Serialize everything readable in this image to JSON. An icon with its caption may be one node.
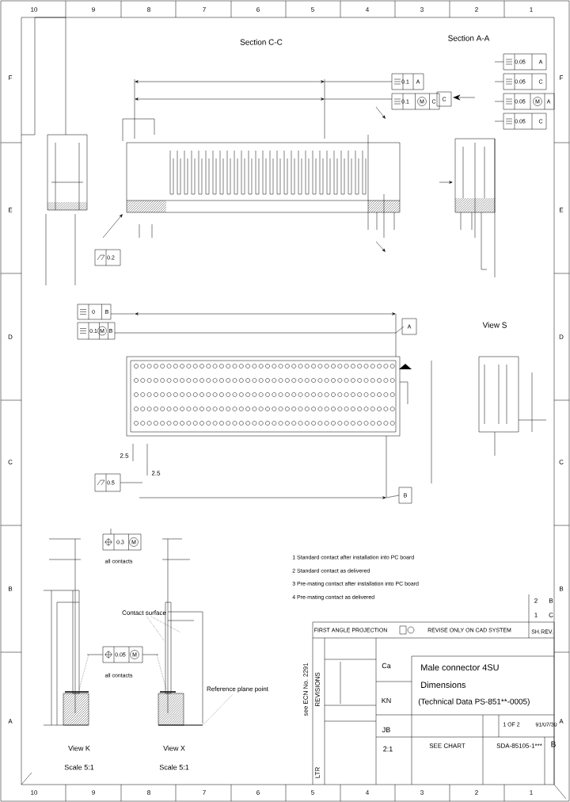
{
  "diagram": {
    "nodes": [
      {
        "text": [
          "Contact surface"
        ]
      },
      {
        "text": [
          "Reference plane point"
        ]
      },
      {
        "text": [],
        "shape": "bar"
      }
    ],
    "edges": [
      {
        "from": 0,
        "to": null,
        "arrow": "none",
        "style": "dashed"
      },
      {
        "from": 0,
        "to": null,
        "arrow": "none",
        "style": "dashed"
      },
      {
        "from": 1,
        "to": 2,
        "arrow": "none",
        "style": "dashed"
      }
    ],
    "labels": [
      "Section C-C",
      "Section A-A",
      "View S",
      "View K",
      "Scale 5:1",
      "View X",
      "Scale 5:1",
      "0.3",
      "M",
      "all contacts",
      "0.05",
      "M",
      "all contacts",
      "1 Standard contact after installation into PC board",
      "2 Standard contact as delivered",
      "3 Pre-mating contact after installation into PC board",
      "4 Pre-mating contact as delivered",
      "2",
      "B",
      "1",
      "C",
      "FIRST ANGLE PROJECTION",
      "REVISE ONLY ON CAD SYSTEM",
      "SH.",
      "REV.",
      "Male connector 4SU",
      "Dimensions",
      "(Technical Data PS-851**-0005)",
      "1 OF 2",
      "91/07/30",
      "SEE CHART",
      "SDA-85105-1***",
      "B",
      "Ca",
      "KN",
      "JB",
      "2:1",
      "see ECN No. 2291",
      "LTR",
      "REVISIONS",
      "0.05",
      "A",
      "0.05",
      "C",
      "0.05",
      "M",
      "A",
      "0.05",
      "C",
      "0.1",
      "A",
      "0.1",
      "M",
      "C",
      "C",
      "0",
      "B",
      "0.1",
      "M",
      "B",
      "A",
      "0.5",
      "B",
      "0.2",
      "2.5",
      "2.5",
      "10",
      "9",
      "8",
      "7",
      "6",
      "5",
      "4",
      "3",
      "2",
      "1",
      "10",
      "9",
      "8",
      "7",
      "6",
      "5",
      "4",
      "3",
      "2",
      "1",
      "F",
      "E",
      "D",
      "C",
      "B",
      "A",
      "F",
      "E",
      "D",
      "C",
      "B",
      "A"
    ]
  }
}
